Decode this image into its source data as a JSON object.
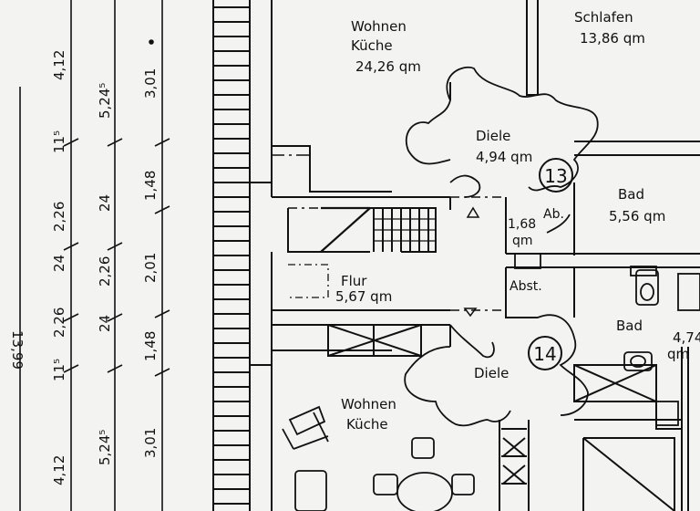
{
  "dimensions": {
    "col1": [
      "4,12",
      "11⁵",
      "2,26",
      "24",
      "2,26",
      "11⁵",
      "4,12"
    ],
    "col2": [
      "5,24⁵",
      "24",
      "2,26",
      "24",
      "5,24⁵"
    ],
    "col3": [
      "3,01",
      "1,48",
      "2,01",
      "1,48",
      "3,01"
    ],
    "total": "13,99"
  },
  "rooms": {
    "wohnen_top": {
      "name1": "Wohnen",
      "name2": "Küche",
      "area": "24,26 qm"
    },
    "schlafen": {
      "name": "Schlafen",
      "area": "13,86 qm"
    },
    "diele_top": {
      "name": "Diele",
      "area": "4,94 qm"
    },
    "bad_top": {
      "name": "Bad",
      "area": "5,56 qm"
    },
    "ab": {
      "name": "Ab."
    },
    "small": {
      "area1": "1,68",
      "area2": "qm"
    },
    "flur": {
      "name": "Flur",
      "area": "5,67 qm"
    },
    "abst": {
      "name": "Abst."
    },
    "bad_bottom": {
      "name": "Bad",
      "area1": "4,74",
      "area2": "qm"
    },
    "diele_bottom": {
      "name": "Diele"
    },
    "wohnen_bottom": {
      "name1": "Wohnen",
      "name2": "Küche"
    }
  },
  "units": {
    "upper": "13",
    "lower": "14"
  }
}
